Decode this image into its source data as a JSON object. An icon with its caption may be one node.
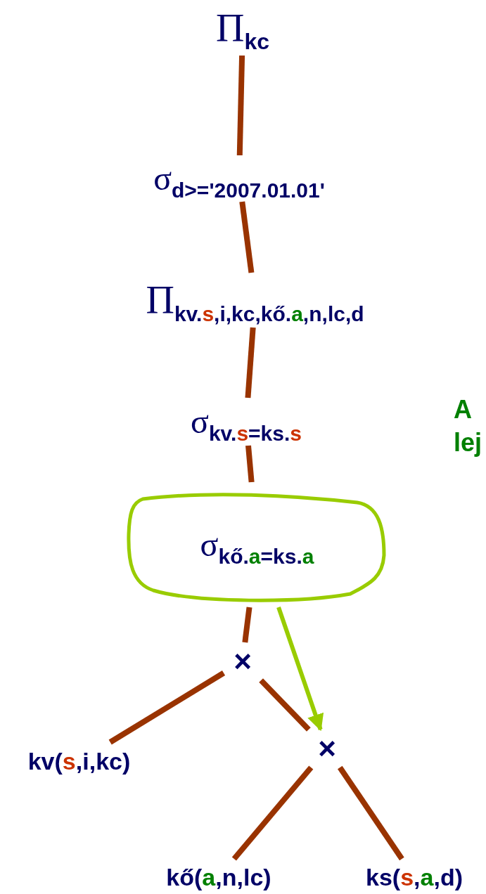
{
  "diagram": {
    "nodes": [
      {
        "text": [
          "Π$_{kc}$"
        ]
      },
      {
        "text": [
          "σ$_{d>='2007.01.01'}$"
        ]
      },
      {
        "text": [
          "Π$_{kv.s,i,kc,kő.a,n,lc,d}$"
        ]
      },
      {
        "text": [
          "σ$_{kv.s=ks.s}$"
        ]
      },
      {
        "text": [
          "σ$_{kő.a=ks.a}$"
        ]
      },
      {
        "text": [
          "×"
        ]
      },
      {
        "text": [
          "kv(s,i,kc)"
        ]
      },
      {
        "text": [
          "×"
        ]
      },
      {
        "text": [
          "kő(a,n,lc)"
        ]
      },
      {
        "text": [
          "ks(s,a,d)"
        ]
      }
    ],
    "edges": [
      {
        "from": 0,
        "to": 1,
        "arrow": "none"
      },
      {
        "from": 1,
        "to": 2,
        "arrow": "none"
      },
      {
        "from": 2,
        "to": 3,
        "arrow": "none"
      },
      {
        "from": 3,
        "to": 4,
        "arrow": "none"
      },
      {
        "from": 4,
        "to": 5,
        "arrow": "none"
      },
      {
        "from": 5,
        "to": 6,
        "arrow": "none"
      },
      {
        "from": 5,
        "to": 7,
        "arrow": "none"
      },
      {
        "from": 7,
        "to": 8,
        "arrow": "none"
      },
      {
        "from": 7,
        "to": 9,
        "arrow": "none"
      },
      {
        "from": 4,
        "to": 7,
        "arrow": "to",
        "color": "#99cc00"
      }
    ],
    "labels": [
      "A lej"
    ]
  }
}
